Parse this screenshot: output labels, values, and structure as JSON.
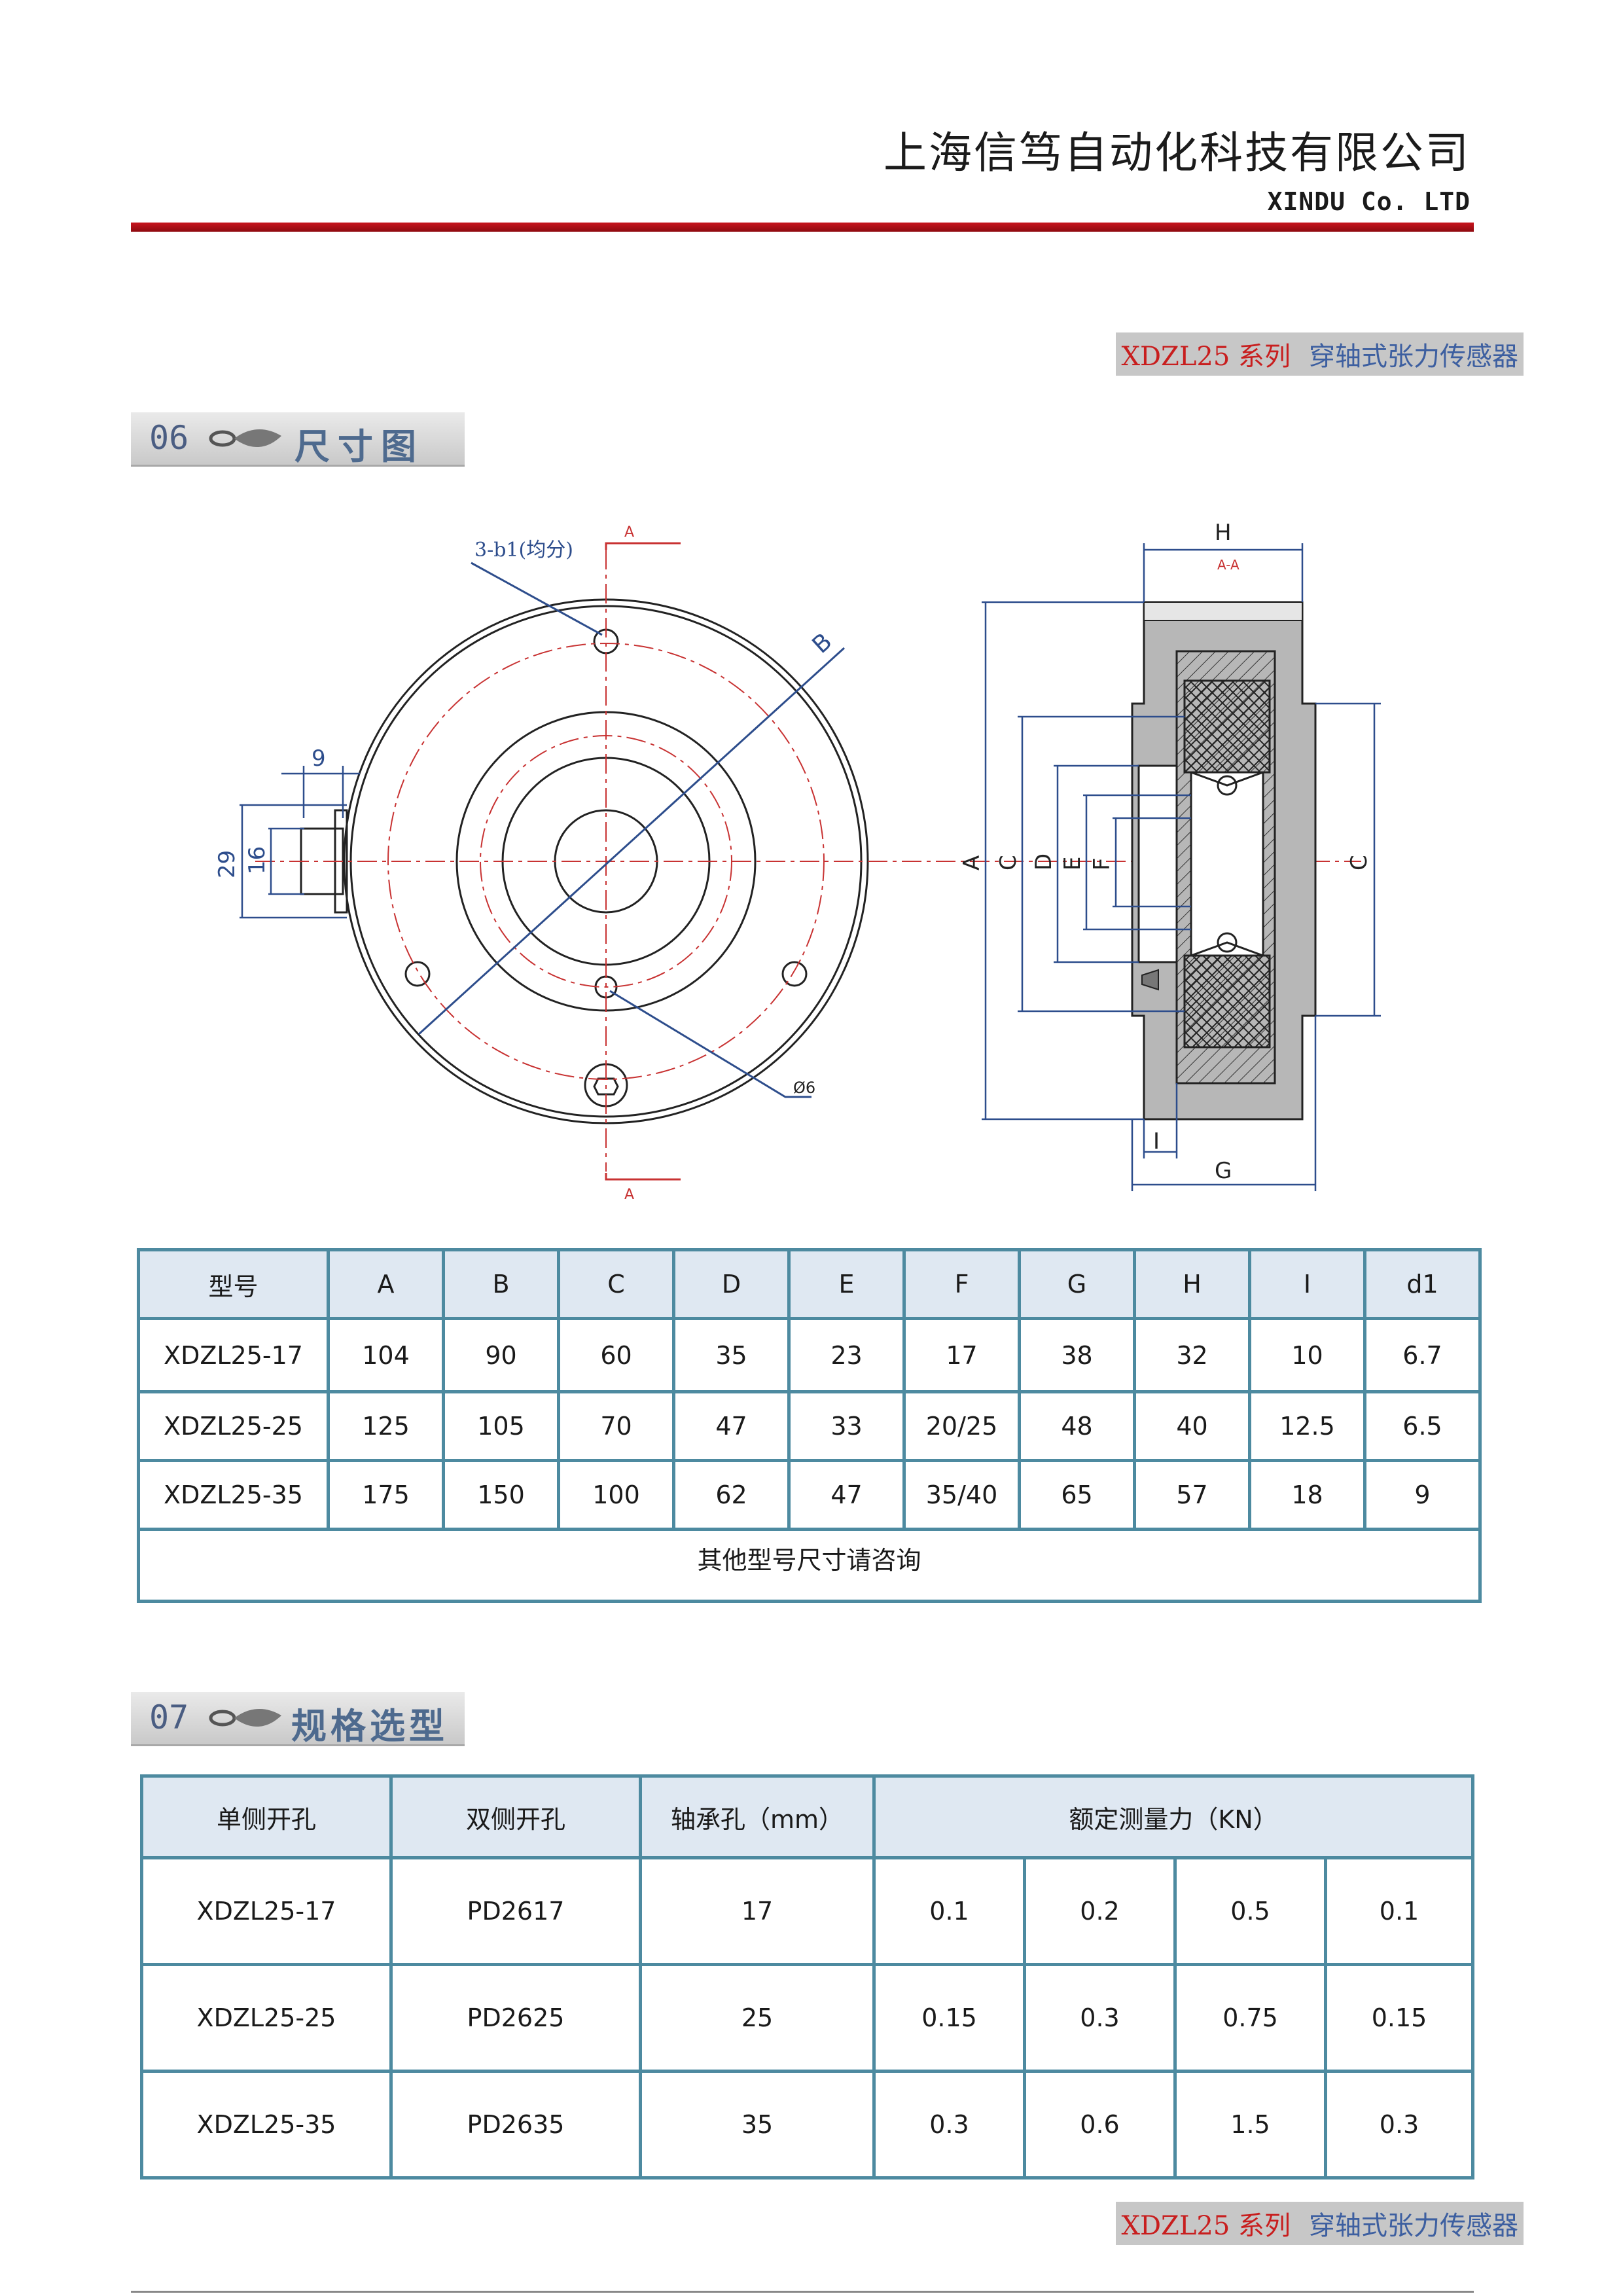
{
  "header": {
    "company_cn": "上海信笃自动化科技有限公司",
    "company_en": "XINDU Co. LTD"
  },
  "series": {
    "code": "XDZL25 系列",
    "desc": "穿轴式张力传感器"
  },
  "section06": {
    "num": "06",
    "label": "尺寸图"
  },
  "section07": {
    "num": "07",
    "label": "规格选型"
  },
  "drawing": {
    "label_A": "A",
    "label_AA": "A-A",
    "label_B": "B",
    "label_C": "C",
    "label_D": "D",
    "label_E": "E",
    "label_F": "F",
    "label_G": "G",
    "label_H": "H",
    "label_I": "I",
    "label_holes": "3-b1(均分)",
    "label_9": "9",
    "label_16": "16",
    "label_29": "29",
    "label_d6": "Ø6"
  },
  "dim_table": {
    "headers": [
      "型号",
      "A",
      "B",
      "C",
      "D",
      "E",
      "F",
      "G",
      "H",
      "I",
      "d1"
    ],
    "rows": [
      [
        "XDZL25-17",
        "104",
        "90",
        "60",
        "35",
        "23",
        "17",
        "38",
        "32",
        "10",
        "6.7"
      ],
      [
        "XDZL25-25",
        "125",
        "105",
        "70",
        "47",
        "33",
        "20/25",
        "48",
        "40",
        "12.5",
        "6.5"
      ],
      [
        "XDZL25-35",
        "175",
        "150",
        "100",
        "62",
        "47",
        "35/40",
        "65",
        "57",
        "18",
        "9"
      ]
    ],
    "note": "其他型号尺寸请咨询"
  },
  "spec_table": {
    "headers": [
      "单侧开孔",
      "双侧开孔",
      "轴承孔（mm）",
      "额定测量力（KN）"
    ],
    "rows": [
      [
        "XDZL25-17",
        "PD2617",
        "17",
        "0.1",
        "0.2",
        "0.5",
        "0.1"
      ],
      [
        "XDZL25-25",
        "PD2625",
        "25",
        "0.15",
        "0.3",
        "0.75",
        "0.15"
      ],
      [
        "XDZL25-35",
        "PD2635",
        "35",
        "0.3",
        "0.6",
        "1.5",
        "0.3"
      ]
    ]
  }
}
